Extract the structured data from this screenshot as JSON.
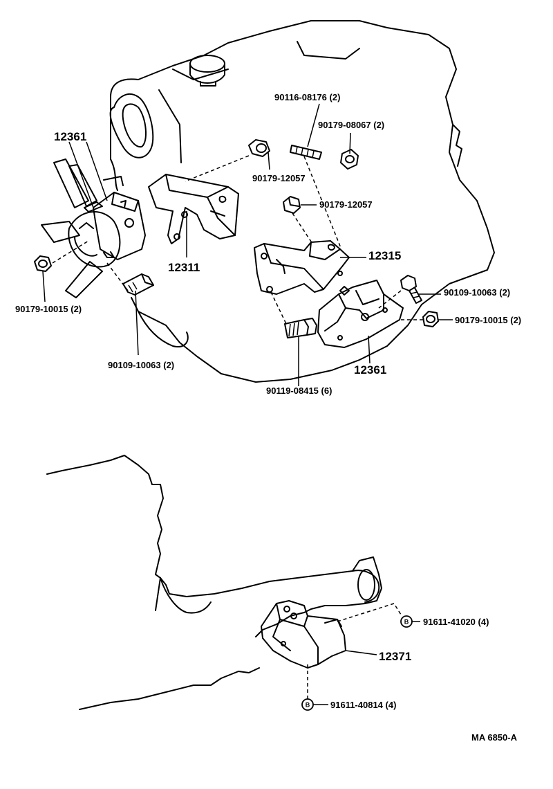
{
  "diagram": {
    "labels": {
      "fan_bracket_left": "12361",
      "bolt_90116": "90116-08176 (2)",
      "nut_90179_08067": "90179-08067 (2)",
      "nut_90179_12057_a": "90179-12057",
      "nut_90179_12057_b": "90179-12057",
      "bracket_12311": "12311",
      "bracket_12315": "12315",
      "nut_90179_10015_left": "90179-10015 (2)",
      "bolt_90109_right": "90109-10063 (2)",
      "nut_90179_10015_right": "90179-10015 (2)",
      "bolt_90109_left": "90109-10063 (2)",
      "insulator_12361_right": "12361",
      "bolt_90119": "90119-08415 (6)",
      "bolt_91611_41020": "91611-41020 (4)",
      "mount_12371": "12371",
      "bolt_91611_40814": "91611-40814 (4)",
      "figure_code": "MA  6850-A"
    },
    "markers": {
      "b_marker": "B"
    }
  }
}
